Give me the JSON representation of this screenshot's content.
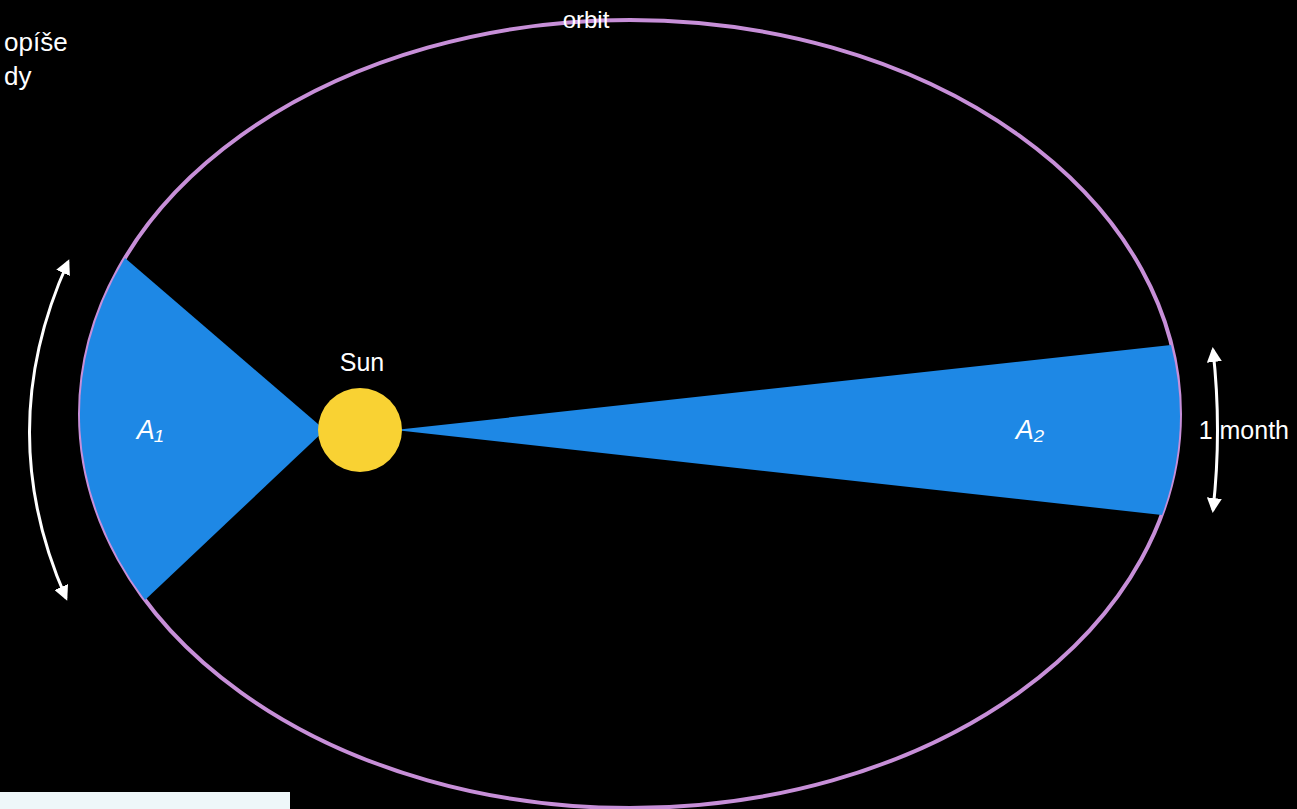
{
  "diagram": {
    "nodes": [
      {
        "text": [
          "A₁"
        ]
      },
      {
        "text": [
          "Sun"
        ]
      },
      {
        "text": [
          "A₂"
        ]
      }
    ],
    "labels": [
      "opíše",
      "dy",
      "orbit",
      "1 month"
    ]
  }
}
